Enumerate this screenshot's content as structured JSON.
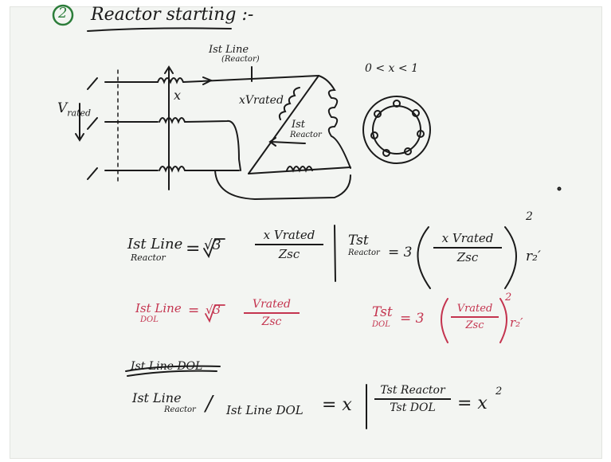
{
  "heading": {
    "number": "2",
    "title": "Reactor starting :-"
  },
  "circuit": {
    "v_label": "V",
    "v_sub": "rated",
    "x_label": "x",
    "ist_line": "Ist Line",
    "ist_line_note": "(Reactor)",
    "x_vrated": "xVrated",
    "ist": "Ist",
    "ist_note": "Reactor",
    "range": "0 < x < 1"
  },
  "eq1": {
    "lhs_main": "Ist Line",
    "lhs_sub": "Reactor",
    "equals": "=",
    "root": "√3",
    "num": "x Vrated",
    "den": "Zsc"
  },
  "eq2": {
    "lhs_main": "Tst",
    "lhs_sub": "Reactor",
    "equals": "= 3",
    "num": "x Vrated",
    "den": "Zsc",
    "exp": "2",
    "tail": "r₂′"
  },
  "eq3": {
    "lhs_main": "Ist Line",
    "lhs_sub": "DOL",
    "equals": "=",
    "root": "√3",
    "num": "Vrated",
    "den": "Zsc"
  },
  "eq4": {
    "lhs_main": "Tst",
    "lhs_sub": "DOL",
    "equals": "= 3",
    "num": "Vrated",
    "den": "Zsc",
    "exp": "2",
    "tail": "r₂′"
  },
  "eq5": {
    "struck": "Ist Line DOL",
    "lhs_main": "Ist Line",
    "lhs_sub": "Reactor",
    "slash": "/",
    "rhs_main": "Ist Line DOL",
    "equals": "= x"
  },
  "eq6": {
    "num": "Tst Reactor",
    "den": "Tst DOL",
    "equals": "= x",
    "exp": "2"
  },
  "colors": {
    "ink": "#1a1a1a",
    "red": "#c4344f",
    "board": "#f3f5f2",
    "green": "#2c7d3a"
  }
}
